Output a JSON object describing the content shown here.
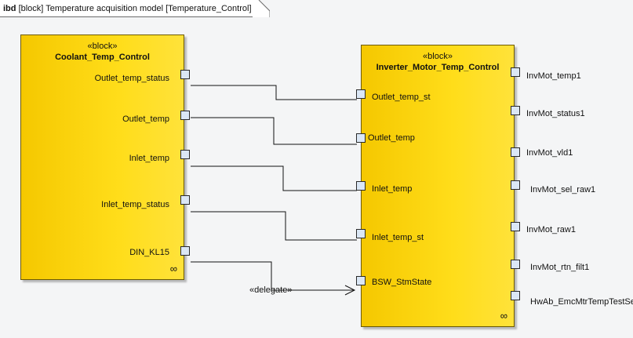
{
  "frame": {
    "kind": "ibd",
    "title": "[block] Temperature acquisition model [Temperature_Control]"
  },
  "blocks": {
    "left": {
      "stereotype": "«block»",
      "name": "Coolant_Temp_Control",
      "ports": [
        "Outlet_temp_status",
        "Outlet_temp",
        "Inlet_temp",
        "Inlet_temp_status",
        "DIN_KL15"
      ]
    },
    "right": {
      "stereotype": "«block»",
      "name": "Inverter_Motor_Temp_Control",
      "in_ports": [
        "Outlet_temp_st",
        "Outlet_temp",
        "Inlet_temp",
        "Inlet_temp_st",
        "BSW_StmState"
      ],
      "out_ports": [
        "InvMot_temp1",
        "InvMot_status1",
        "InvMot_vld1",
        "InvMot_sel_raw1",
        "InvMot_raw1",
        "InvMot_rtn_filt1",
        "HwAb_EmcMtrTempTestSel"
      ]
    }
  },
  "connectors": {
    "delegate_label": "«delegate»"
  },
  "colors": {
    "block_fill": "#ffdd1a",
    "block_border": "#6d5a00",
    "port_fill": "#dbe7f5",
    "wire": "#111111"
  },
  "icons": {
    "composite": "infinity-icon"
  }
}
